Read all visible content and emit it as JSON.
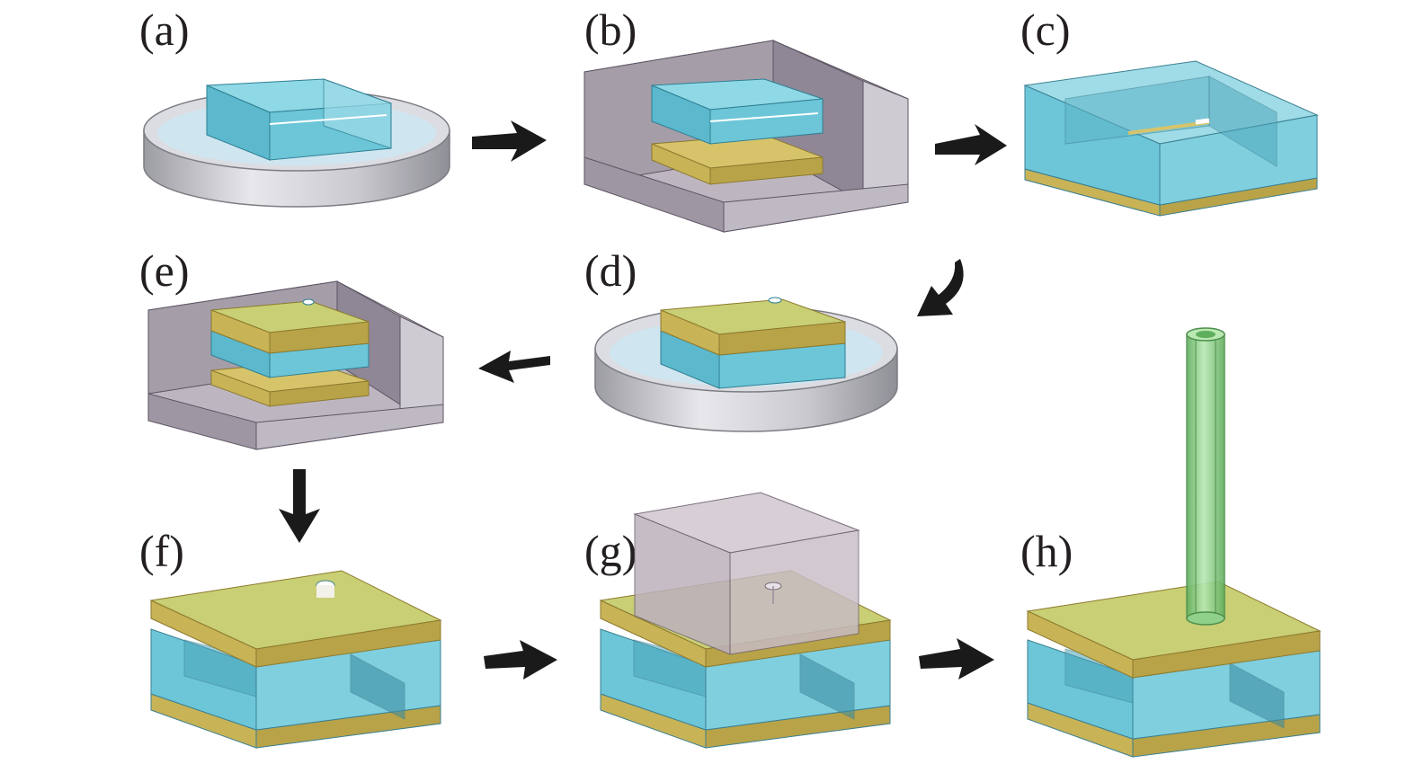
{
  "panels": [
    {
      "id": "a",
      "label": "(a)",
      "scene": "petri-dish-with-channel-mold"
    },
    {
      "id": "b",
      "label": "(b)",
      "scene": "mold-in-casting-box"
    },
    {
      "id": "c",
      "label": "(c)",
      "scene": "cast-channel-layer-on-base"
    },
    {
      "id": "d",
      "label": "(d)",
      "scene": "petri-dish-with-layered-block"
    },
    {
      "id": "e",
      "label": "(e)",
      "scene": "layers-in-casting-box"
    },
    {
      "id": "f",
      "label": "(f)",
      "scene": "bonded-chip-with-inlet-hole"
    },
    {
      "id": "g",
      "label": "(g)",
      "scene": "chip-with-weight-block"
    },
    {
      "id": "h",
      "label": "(h)",
      "scene": "chip-with-inlet-tube"
    }
  ],
  "colors": {
    "cyan_side": "#6cc6d8",
    "cyan_top": "#8fd8e6",
    "cyan_dark": "#3d9fb4",
    "gold_side": "#c8b356",
    "gold_top": "#d7c46a",
    "gold_dark": "#a8943c",
    "gray_wall": "#a8a0aa",
    "gray_light": "#cfcbd3",
    "gray_dark": "#7d7583",
    "dish_rim": "#bfbfc4",
    "dish_fluid": "#d4e9f4",
    "weight_block": "#c7bcc6",
    "tube_green": "#8fd08a",
    "arrow": "#1a1a1a"
  },
  "icons": [
    "flow-arrow-icon"
  ]
}
